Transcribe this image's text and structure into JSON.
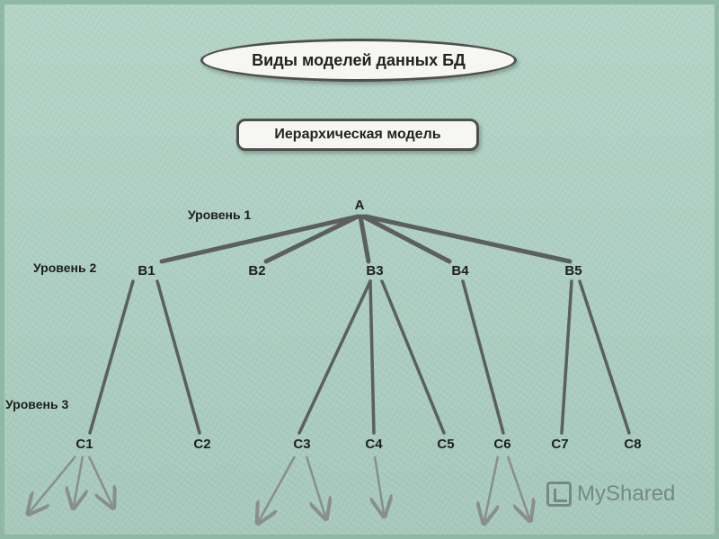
{
  "title": "Виды моделей данных БД",
  "subtitle": "Иерархическая модель",
  "levels": {
    "level1": "Уровень 1",
    "level2": "Уровень 2",
    "level3": "Уровень 3"
  },
  "nodes": {
    "root": "A",
    "b1": "B1",
    "b2": "B2",
    "b3": "B3",
    "b4": "B4",
    "b5": "B5",
    "c1": "C1",
    "c2": "C2",
    "c3": "C3",
    "c4": "C4",
    "c5": "C5",
    "c6": "C6",
    "c7": "C7",
    "c8": "C8"
  },
  "edges": [
    [
      "root",
      "b1"
    ],
    [
      "root",
      "b2"
    ],
    [
      "root",
      "b3"
    ],
    [
      "root",
      "b4"
    ],
    [
      "root",
      "b5"
    ],
    [
      "b1",
      "c1"
    ],
    [
      "b1",
      "c2"
    ],
    [
      "b3",
      "c3"
    ],
    [
      "b3",
      "c4"
    ],
    [
      "b3",
      "c5"
    ],
    [
      "b4",
      "c6"
    ],
    [
      "b5",
      "c7"
    ],
    [
      "b5",
      "c8"
    ]
  ],
  "watermark": "MyShared",
  "colors": {
    "background": "#a9cbbf",
    "line": "#5b5f5d",
    "arrow": "#8a8e8c"
  }
}
